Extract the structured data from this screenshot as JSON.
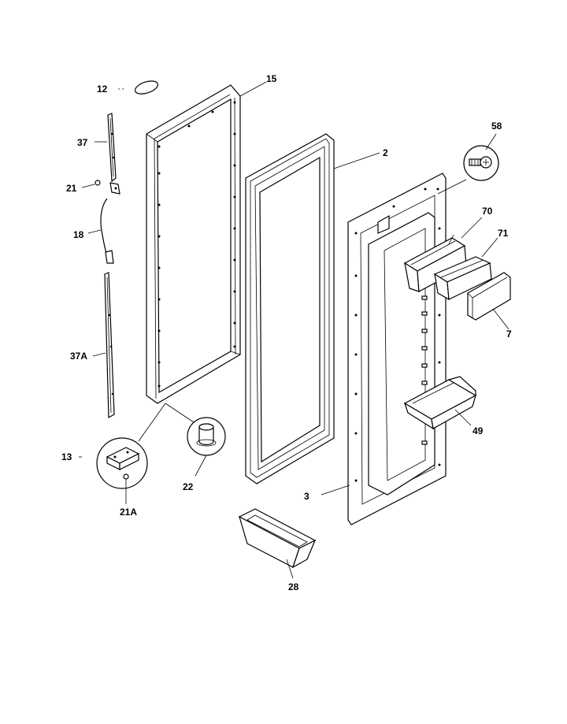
{
  "diagram": {
    "type": "exploded-parts-view",
    "line_color": "#000000",
    "background": "#ffffff"
  },
  "labels": {
    "p12": "12",
    "p15": "15",
    "p37": "37",
    "p21": "21",
    "p18": "18",
    "p37a": "37A",
    "p13": "13",
    "p21a": "21A",
    "p22": "22",
    "p2": "2",
    "p58": "58",
    "p70": "70",
    "p71": "71",
    "p7": "7",
    "p49": "49",
    "p3": "3",
    "p28": "28"
  }
}
